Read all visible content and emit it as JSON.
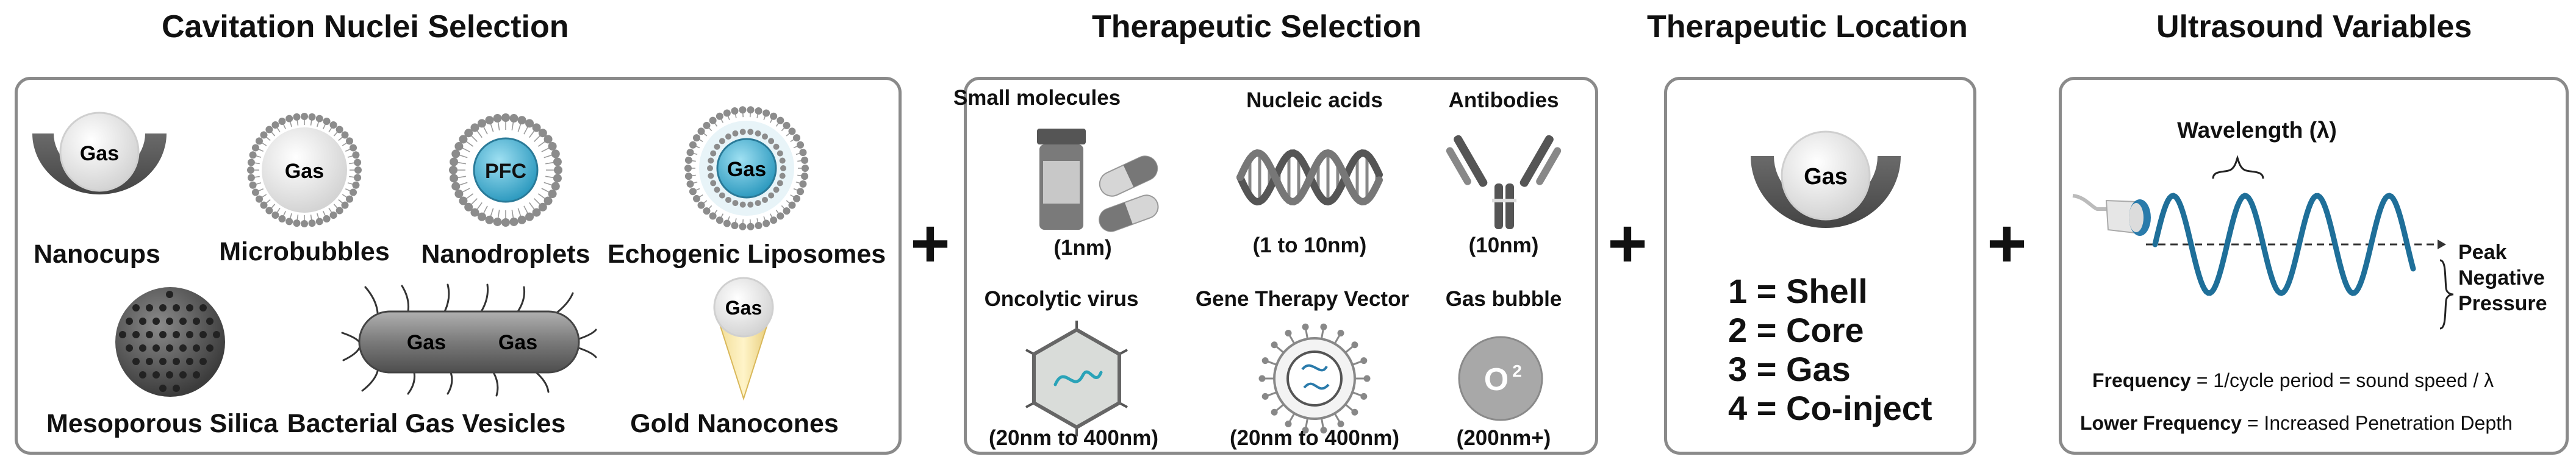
{
  "titles": {
    "cavitation": "Cavitation Nuclei Selection",
    "therapeutic": "Therapeutic Selection",
    "location": "Therapeutic Location",
    "ultrasound": "Ultrasound Variables"
  },
  "plus": "+",
  "cavitation": {
    "nanocups": "Nanocups",
    "microbubbles": "Microbubbles",
    "nanodroplets": "Nanodroplets",
    "liposomes": "Echogenic Liposomes",
    "silica": "Mesoporous Silica",
    "vesicles": "Bacterial Gas Vesicles",
    "nanocones": "Gold Nanocones",
    "gas": "Gas",
    "pfc": "PFC"
  },
  "therapeutics": [
    {
      "name": "Small molecules",
      "size": "(1nm)"
    },
    {
      "name": "Nucleic acids",
      "size": "(1 to 10nm)"
    },
    {
      "name": "Antibodies",
      "size": "(10nm)"
    },
    {
      "name": "Oncolytic virus",
      "size": "(20nm to 400nm)"
    },
    {
      "name": "Gene Therapy Vector",
      "size": "(20nm to 400nm)"
    },
    {
      "name": "Gas bubble",
      "size": "(200nm+)"
    }
  ],
  "o2_label": "O",
  "o2_sup": "2",
  "location": {
    "gas": "Gas",
    "items": [
      "1 = Shell",
      "2 = Core",
      "3 = Gas",
      "4 = Co-inject"
    ]
  },
  "ultrasound": {
    "wavelength": "Wavelength (λ)",
    "pressure": [
      "Peak",
      "Negative",
      "Pressure"
    ],
    "freq_label": "Frequency",
    "freq_eq": "=  1/cycle period = sound speed / λ",
    "low_label": "Lower Frequency",
    "low_eq": "=  Increased Penetration Depth"
  },
  "colors": {
    "cup": "#5a5a5a",
    "sphere": "#ededed",
    "pfc_cyan": "#4fb6d6",
    "wave_blue": "#2a7bab",
    "border": "#8a8a8a"
  }
}
